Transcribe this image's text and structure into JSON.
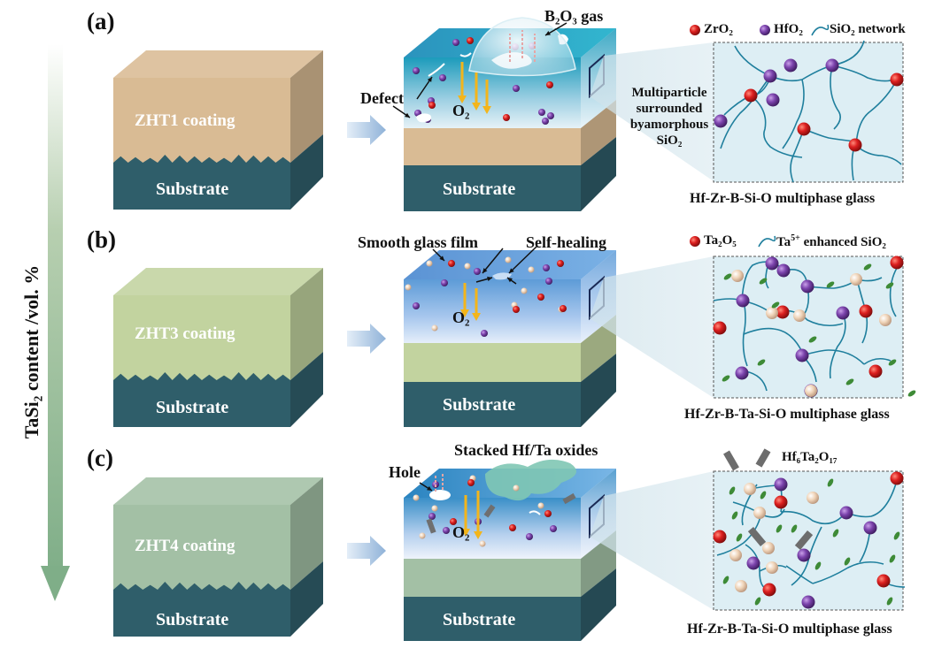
{
  "axis_label": "TaSi₂ content /vol. %",
  "panels": [
    {
      "label": "(a)",
      "coating": "ZHT1 coating",
      "substrate_left": "Substrate",
      "substrate_mid": "Substrate",
      "annotations": {
        "gas": "B₂O₃ gas",
        "defect": "Defect",
        "o2": "O₂"
      },
      "side_note": [
        "Multiparticle",
        "surrounded",
        "byamorphous",
        "SiO₂"
      ],
      "legend": {
        "item1": "ZrO₂",
        "item2": "HfO₂",
        "item3": "SiO₂ network"
      },
      "caption": "Hf-Zr-B-Si-O multiphase glass"
    },
    {
      "label": "(b)",
      "coating": "ZHT3 coating",
      "substrate_left": "Substrate",
      "substrate_mid": "Substrate",
      "annotations": {
        "film": "Smooth glass film",
        "heal": "Self-healing",
        "o2": "O₂"
      },
      "legend": {
        "item1": "Ta₂O₅",
        "item2_prefix": "Ta",
        "item2_sup": "5+",
        "item2_suffix": " enhanced SiO₂"
      },
      "caption": "Hf-Zr-B-Ta-Si-O multiphase glass"
    },
    {
      "label": "(c)",
      "coating": "ZHT4 coating",
      "substrate_left": "Substrate",
      "substrate_mid": "Substrate",
      "annotations": {
        "stack": "Stacked Hf/Ta oxides",
        "hole": "Hole",
        "o2": "O₂"
      },
      "legend": {
        "item1": "Hf₆Ta₂O₁₇"
      },
      "caption": "Hf-Zr-B-Ta-Si-O multiphase glass"
    }
  ],
  "colors": {
    "zht1": "#d9bb94",
    "zht3": "#c2d39f",
    "zht4": "#a3c0a5",
    "substrate": "#2f5e6a",
    "glass_top_a": "#2aa7c4",
    "glass_b": "#6ea6dc",
    "zro2": "#d01919",
    "hfo2": "#7b3fa5",
    "ta2o5": "#ecd2b8",
    "network": "#1f7f9d",
    "oxygen_arrow": "#f3b51b",
    "axis_arrow": "#8fb890"
  }
}
